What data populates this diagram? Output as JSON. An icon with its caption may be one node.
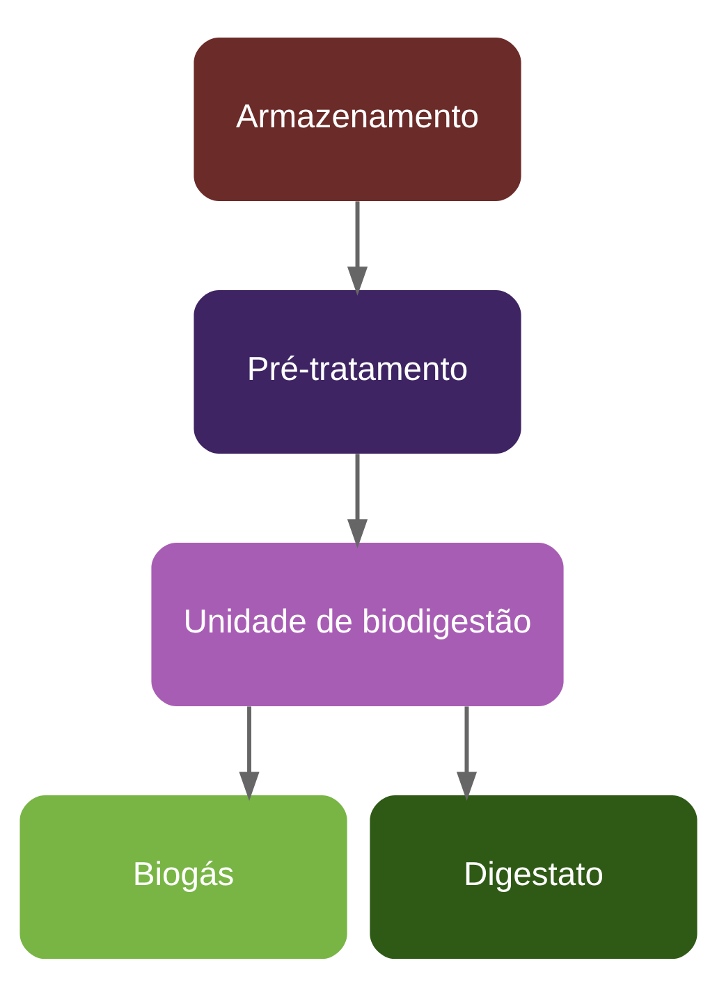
{
  "diagram": {
    "nodes": [
      {
        "text": [
          "Armazenamento"
        ]
      },
      {
        "text": [
          "Pré-tratamento"
        ]
      },
      {
        "text": [
          "Unidade de biodigestão"
        ]
      },
      {
        "text": [
          "Biogás"
        ]
      },
      {
        "text": [
          "Digestato"
        ]
      }
    ],
    "edges": [
      {
        "from": 0,
        "to": 1,
        "arrow": "to"
      },
      {
        "from": 1,
        "to": 2,
        "arrow": "to"
      },
      {
        "from": 2,
        "to": 3,
        "arrow": "to"
      },
      {
        "from": 2,
        "to": 4,
        "arrow": "to"
      }
    ]
  }
}
